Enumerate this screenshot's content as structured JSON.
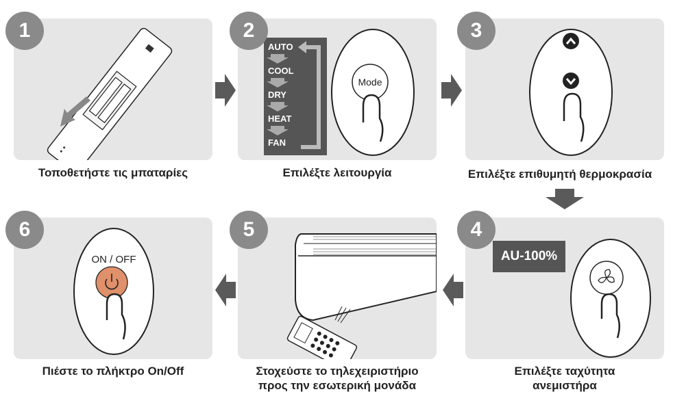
{
  "steps": [
    {
      "number": "1",
      "caption": "Τοποθετήστε τις μπαταρίες"
    },
    {
      "number": "2",
      "caption": "Επιλέξτε λειτουργία"
    },
    {
      "number": "3",
      "caption": "Επιλέξτε επιθυμητή θερμοκρασία"
    },
    {
      "number": "4",
      "caption_line1": "Επιλέξτε ταχύτητα",
      "caption_line2": "ανεμιστήρα"
    },
    {
      "number": "5",
      "caption_line1": "Στοχεύστε το τηλεχειριστήριο",
      "caption_line2": "προς την εσωτερική μονάδα"
    },
    {
      "number": "6",
      "caption": "Πιέστε το πλήκτρο On/Off"
    }
  ],
  "modes": [
    "AUTO",
    "COOL",
    "DRY",
    "HEAT",
    "FAN"
  ],
  "mode_button_label": "Mode",
  "fan_speed_label": "AU-100%",
  "power_button_label": "ON / OFF",
  "colors": {
    "panel": "#e6e6e6",
    "badge": "#8a8a8a",
    "arrow": "#5a5a5a",
    "power_button": "#e0906a"
  }
}
